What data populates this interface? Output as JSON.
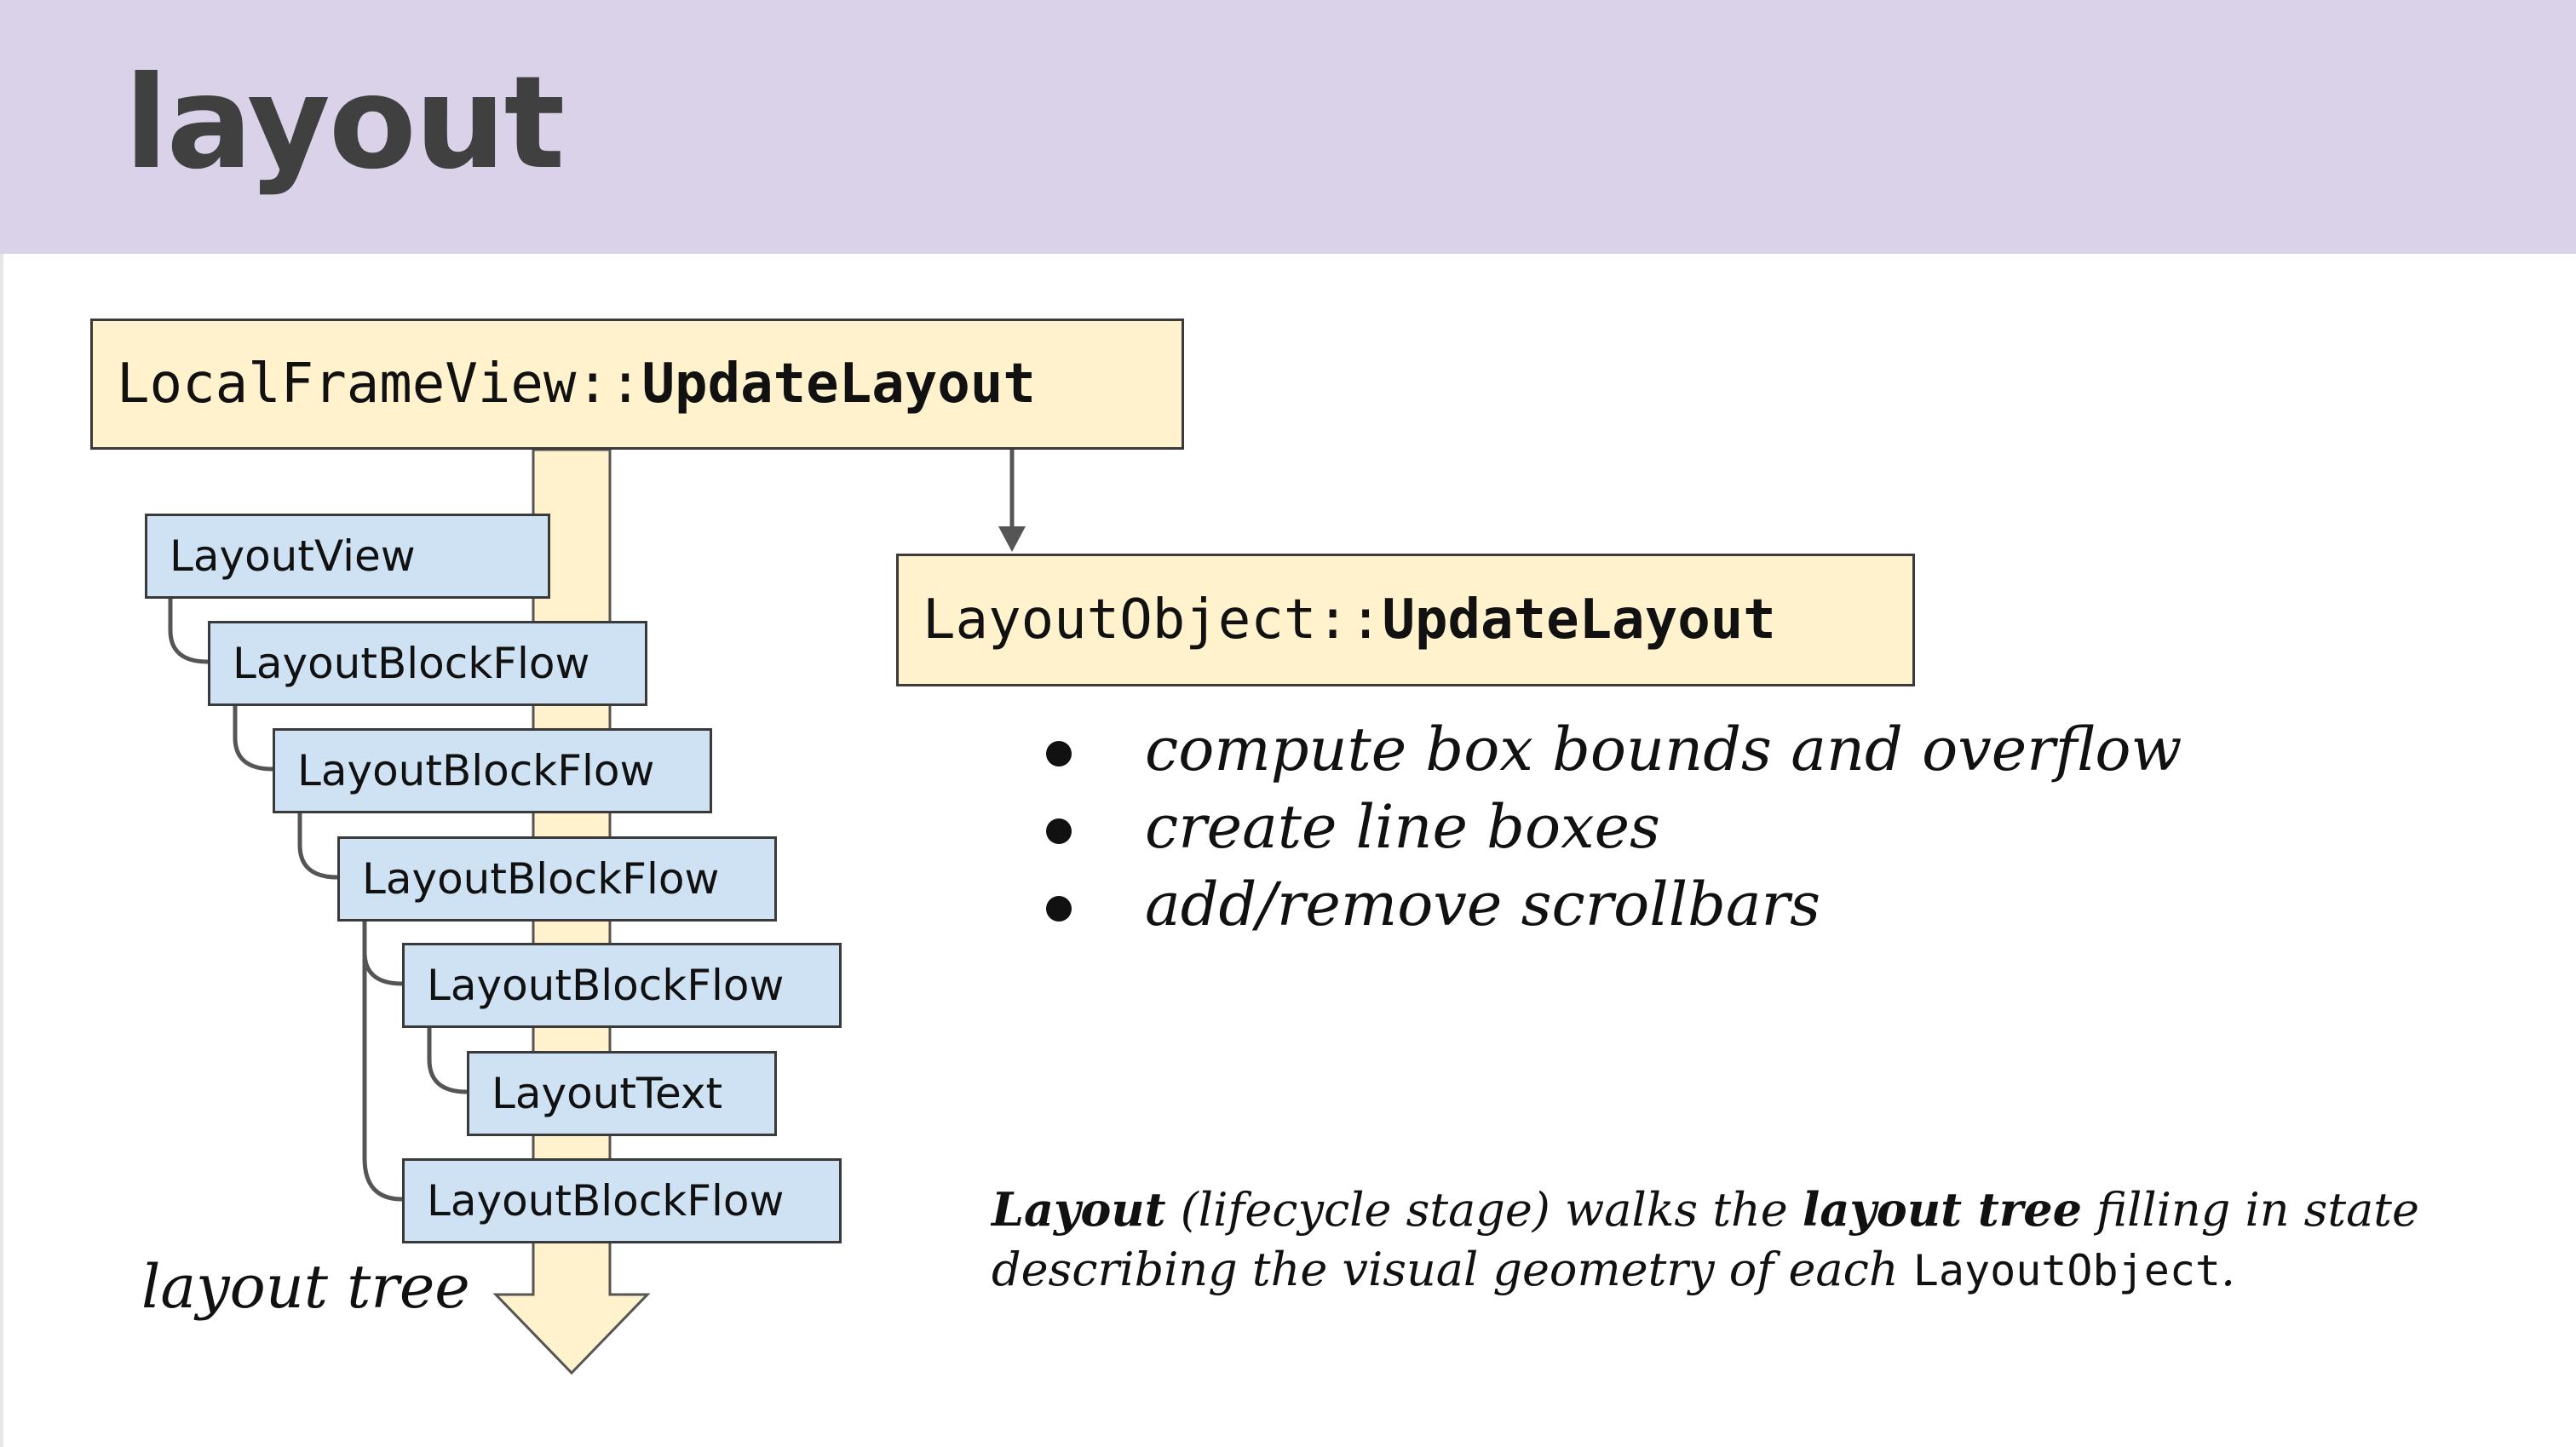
{
  "header": {
    "title": "layout"
  },
  "diagram": {
    "top_function": {
      "prefix": "LocalFrameView::",
      "name": "UpdateLayout"
    },
    "object_function": {
      "prefix": "LayoutObject::",
      "name": "UpdateLayout"
    },
    "tree_nodes": [
      "LayoutView",
      "LayoutBlockFlow",
      "LayoutBlockFlow",
      "LayoutBlockFlow",
      "LayoutBlockFlow",
      "LayoutText",
      "LayoutBlockFlow"
    ],
    "tree_label": "layout tree"
  },
  "bullets": [
    "compute box bounds and overflow",
    "create line boxes",
    "add/remove scrollbars"
  ],
  "description": {
    "term": "Layout",
    "paren": " (lifecycle stage) walks the ",
    "tree_term": "layout tree",
    "middle": " filling in state describing the visual geometry of each ",
    "code": "LayoutObject",
    "end": "."
  },
  "colors": {
    "header_bg": "#d9d2e9",
    "function_box_bg": "#fff2cc",
    "tree_node_bg": "#cfe2f3",
    "arrow_fill": "#fff2cc"
  }
}
